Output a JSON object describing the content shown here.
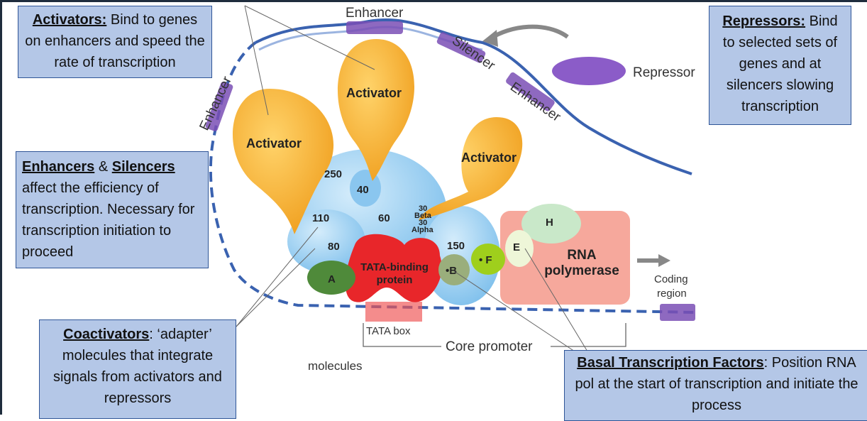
{
  "callouts": {
    "activators": {
      "term": "Activators:",
      "text": "Bind to genes on enhancers and speed the rate of transcription"
    },
    "enhancers_silencers": {
      "term1": "Enhancers",
      "amp": "&",
      "term2": "Silencers",
      "text": "affect the efficiency of transcription. Necessary for transcription initiation to proceed"
    },
    "coactivators": {
      "term": "Coactivators",
      "text": ": ‘adapter’ molecules that integrate signals from activators and repressors"
    },
    "repressors": {
      "term": "Repressors:",
      "text": "Bind to selected sets of genes and at silencers slowing transcription"
    },
    "basal": {
      "term": "Basal Transcription Factors",
      "text": ":  Position RNA pol at the start of transcription and initiate the process"
    }
  },
  "diagram": {
    "enhancer_top": "Enhancer",
    "enhancer_left": "Enhancer",
    "enhancer_right": "Enhancer",
    "silencer": "Silencer",
    "repressor": "Repressor",
    "activator_1": "Activator",
    "activator_2": "Activator",
    "activator_3": "Activator",
    "sub_250": "250",
    "sub_40": "40",
    "sub_110": "110",
    "sub_60": "60",
    "sub_30a": "30",
    "sub_beta": "Beta",
    "sub_30b": "30",
    "sub_alpha": "Alpha",
    "sub_150": "150",
    "sub_80": "80",
    "tf_a": "A",
    "tbp_1": "TATA-binding",
    "tbp_2": "protein",
    "tf_b": "•B",
    "tf_f": "• F",
    "tf_e": "E",
    "tf_h": "H",
    "rnap_1": "RNA",
    "rnap_2": "polymerase",
    "coding_1": "Coding",
    "coding_2": "region",
    "tata_box": "TATA box",
    "core_promoter": "Core promoter",
    "molecules_partial": "molecules"
  }
}
